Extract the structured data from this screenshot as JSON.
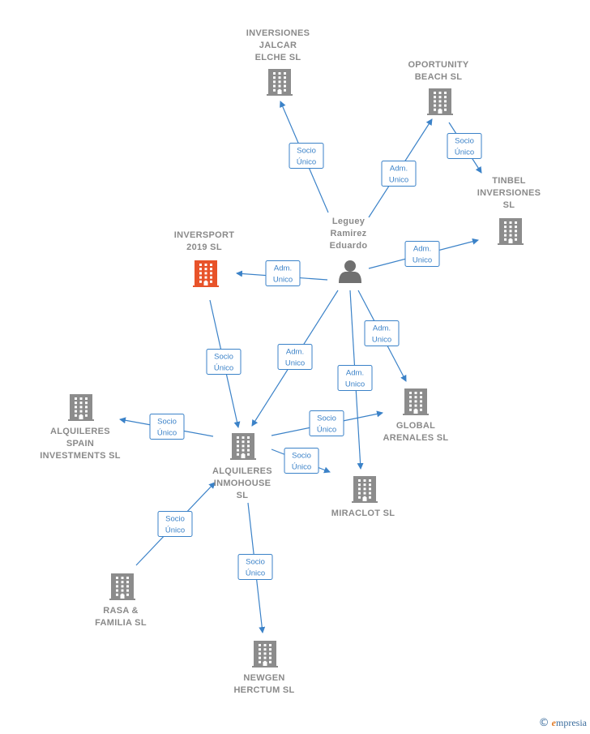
{
  "colors": {
    "building": "#8c8c8c",
    "building_highlight": "#e8532a",
    "person": "#707070",
    "edge": "#3b82c8",
    "label": "#8a8a8a"
  },
  "person": {
    "name_lines": [
      "Leguey",
      "Ramirez",
      "Eduardo"
    ],
    "icon": "person-icon"
  },
  "companies": [
    {
      "id": "jalcar",
      "lines": [
        "INVERSIONES",
        "JALCAR",
        "ELCHE  SL"
      ],
      "icon": "building-icon"
    },
    {
      "id": "oportunity",
      "lines": [
        "OPORTUNITY",
        "BEACH  SL"
      ],
      "icon": "building-icon"
    },
    {
      "id": "tinbel",
      "lines": [
        "TINBEL",
        "INVERSIONES",
        "SL"
      ],
      "icon": "building-icon"
    },
    {
      "id": "inversport",
      "lines": [
        "INVERSPORT",
        "2019  SL"
      ],
      "icon": "building-icon",
      "highlight": true
    },
    {
      "id": "alq_spain",
      "lines": [
        "ALQUILERES",
        "SPAIN",
        "INVESTMENTS SL"
      ],
      "icon": "building-icon"
    },
    {
      "id": "alq_inmohouse",
      "lines": [
        "ALQUILERES",
        "INMOHOUSE",
        "SL"
      ],
      "icon": "building-icon"
    },
    {
      "id": "global",
      "lines": [
        "GLOBAL",
        "ARENALES  SL"
      ],
      "icon": "building-icon"
    },
    {
      "id": "miraclot",
      "lines": [
        "MIRACLOT  SL"
      ],
      "icon": "building-icon"
    },
    {
      "id": "rasa",
      "lines": [
        "RASA &",
        "FAMILIA  SL"
      ],
      "icon": "building-icon"
    },
    {
      "id": "newgen",
      "lines": [
        "NEWGEN",
        "HERCTUM  SL"
      ],
      "icon": "building-icon"
    }
  ],
  "relations": [
    {
      "id": "p_jalcar",
      "from": "person",
      "to": "jalcar",
      "lines": [
        "Socio",
        "Único"
      ]
    },
    {
      "id": "p_oportunity",
      "from": "person",
      "to": "oportunity",
      "lines": [
        "Adm.",
        "Unico"
      ]
    },
    {
      "id": "oportunity_tinbel",
      "from": "oportunity",
      "to": "tinbel",
      "lines": [
        "Socio",
        "Único"
      ]
    },
    {
      "id": "p_tinbel",
      "from": "person",
      "to": "tinbel",
      "lines": [
        "Adm.",
        "Unico"
      ]
    },
    {
      "id": "p_inversport",
      "from": "person",
      "to": "inversport",
      "lines": [
        "Adm.",
        "Unico"
      ]
    },
    {
      "id": "p_global",
      "from": "person",
      "to": "global",
      "lines": [
        "Adm.",
        "Unico"
      ]
    },
    {
      "id": "p_inmohouse",
      "from": "person",
      "to": "alq_inmohouse",
      "lines": [
        "Adm.",
        "Unico"
      ]
    },
    {
      "id": "p_miraclot",
      "from": "person",
      "to": "miraclot",
      "lines": [
        "Adm.",
        "Unico"
      ]
    },
    {
      "id": "inversport_inmohouse",
      "from": "inversport",
      "to": "alq_inmohouse",
      "lines": [
        "Socio",
        "Único"
      ]
    },
    {
      "id": "inmohouse_spain",
      "from": "alq_inmohouse",
      "to": "alq_spain",
      "lines": [
        "Socio",
        "Único"
      ]
    },
    {
      "id": "inmohouse_global",
      "from": "alq_inmohouse",
      "to": "global",
      "lines": [
        "Socio",
        "Único"
      ]
    },
    {
      "id": "inmohouse_miraclot",
      "from": "alq_inmohouse",
      "to": "miraclot",
      "lines": [
        "Socio",
        "Único"
      ]
    },
    {
      "id": "rasa_inmohouse",
      "from": "rasa",
      "to": "alq_inmohouse",
      "lines": [
        "Socio",
        "Único"
      ]
    },
    {
      "id": "inmohouse_newgen",
      "from": "alq_inmohouse",
      "to": "newgen",
      "lines": [
        "Socio",
        "Único"
      ]
    }
  ],
  "watermark": {
    "copyright": "©",
    "brand_first": "e",
    "brand_rest": "mpresia"
  }
}
